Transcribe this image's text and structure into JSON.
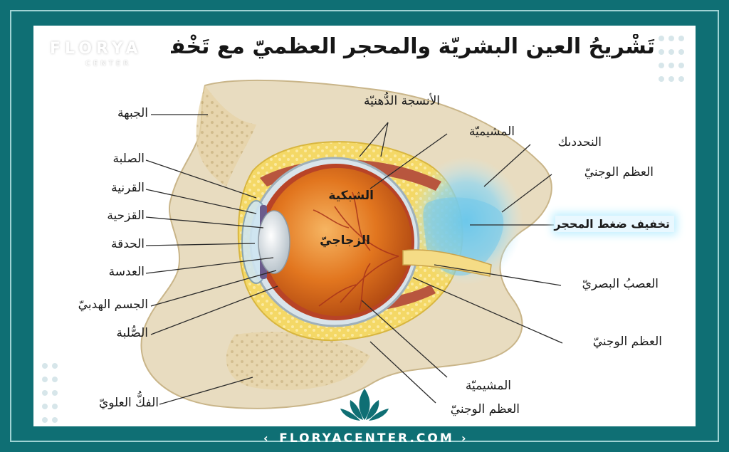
{
  "title": "تَشْريحُ العين البشريّة والمحجر العظميّ مع تَخْفيف ضغط المحجر",
  "logo": {
    "name": "FLORYA",
    "sub": "CENTER"
  },
  "footer": {
    "website": "FLORYACENTER.COM"
  },
  "labels": {
    "forehead": "الجبهة",
    "sclera_top": "الصلبة",
    "cornea": "القرنية",
    "iris": "القزحية",
    "pupil": "الحدقة",
    "lens": "العدسة",
    "ciliary_body": "الجسم الهدبيّ",
    "sclera_bottom": "الصُّلبة",
    "maxilla": "الفكُّ العلويّ",
    "fatty_tissue": "الأنسجة الدُّهنيّة",
    "choroid_top": "المشيميّة",
    "distorted": "النحددىك",
    "zygomatic_top": "العظم الوجنيّ",
    "retina": "الشبكية",
    "vitreous": "الزجاجيّ",
    "decompression": "تخفيف ضغط المحجر",
    "optic_nerve": "العصبُ البصريّ",
    "zygomatic_mid": "العظم الوجنيّ",
    "choroid_bottom": "المشيميّة",
    "zygomatic_bottom": "العظم الوجنيّ"
  },
  "colors": {
    "background": "#0f6f74",
    "bone": "#e8dcc0",
    "fat": "#f2d35a",
    "eyeball": "#e2761f",
    "decompression_glow": "#8fd6f2"
  }
}
